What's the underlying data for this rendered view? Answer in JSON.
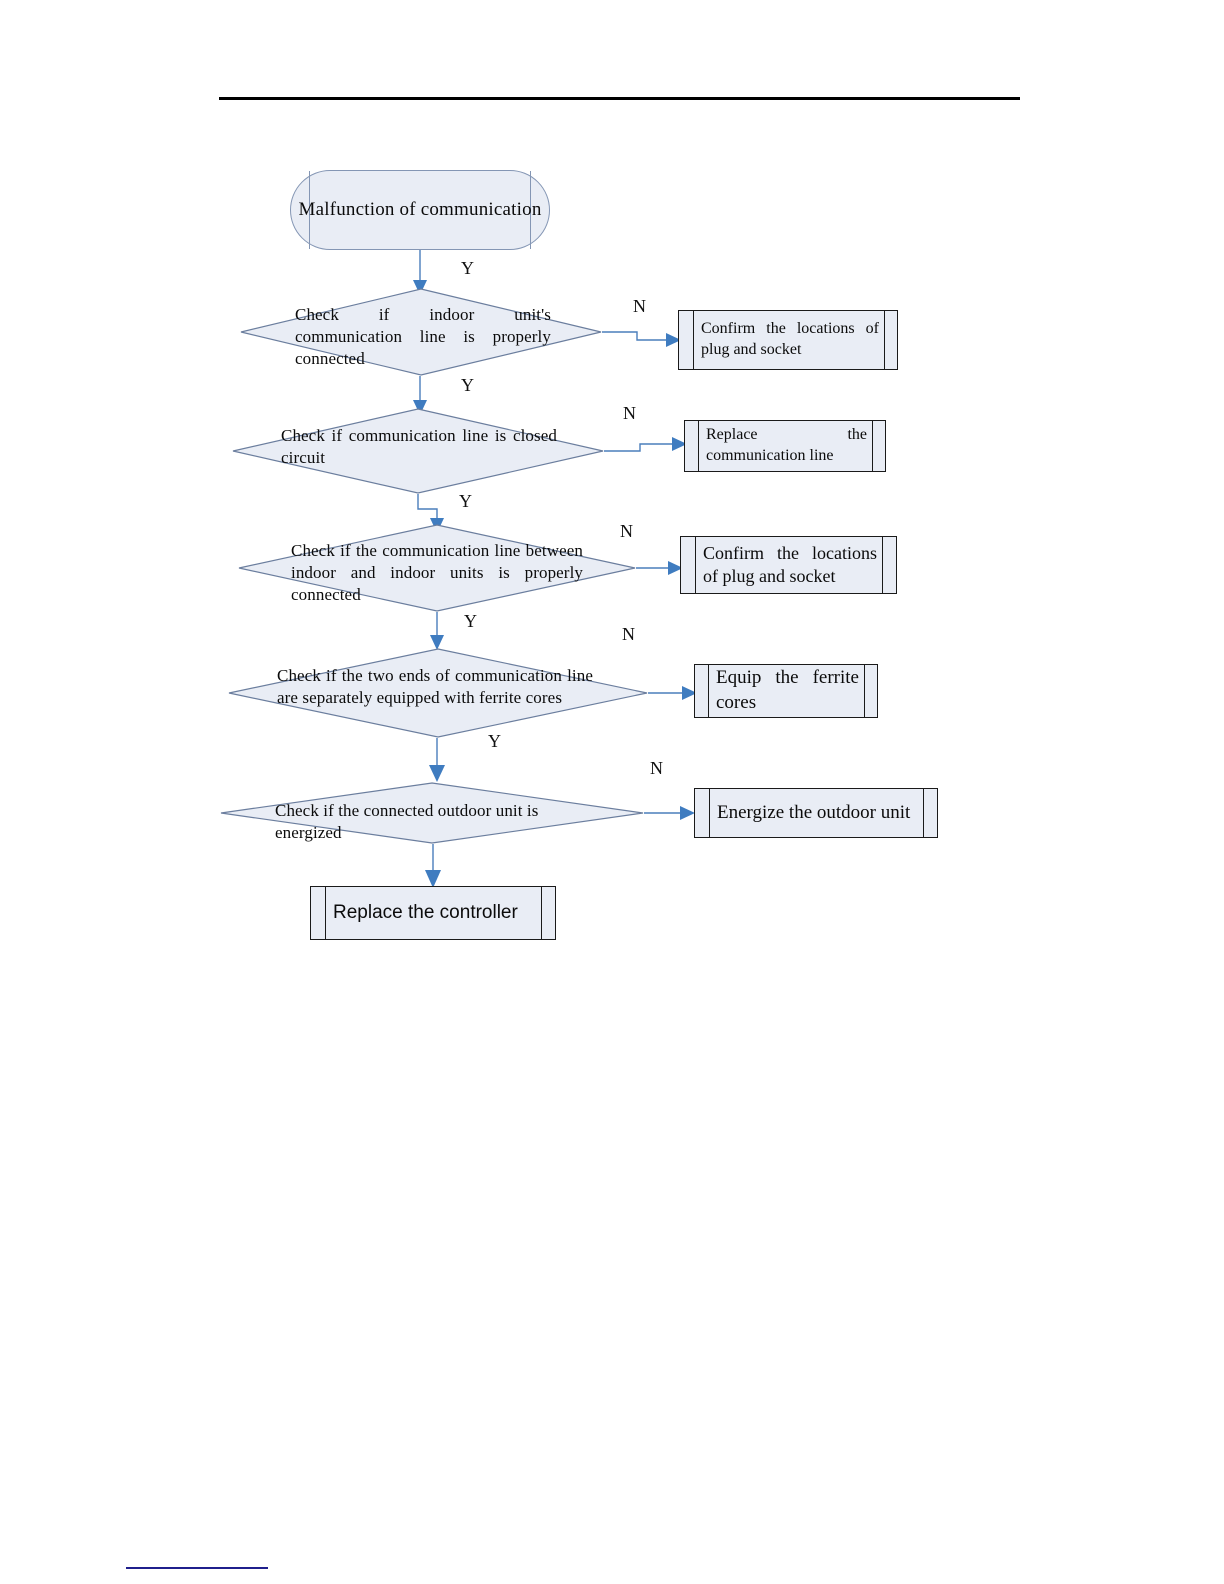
{
  "page": {
    "title": "Malfunction of communication troubleshooting flowchart",
    "background_color": "#ffffff",
    "header_rule_color": "#000000",
    "footer_rule_color": "#1f1f8c"
  },
  "theme": {
    "shape_fill": "#e9edf5",
    "shape_outline": "#8496b4",
    "box_outline": "#1a1a1a",
    "connector_color": "#4a7ebb",
    "text_color": "#0b0b0b"
  },
  "flowchart": {
    "type": "flowchart",
    "start": {
      "id": "start",
      "shape": "terminator",
      "label": "Malfunction of   communication"
    },
    "decisions": [
      {
        "id": "d1",
        "shape": "diamond",
        "label": "Check if indoor unit's communication line is properly connected",
        "yes_label": "Y",
        "no_label": "N",
        "yes_target": "d2",
        "no_target": "a1"
      },
      {
        "id": "d2",
        "shape": "diamond",
        "label": "Check if communication line is closed circuit",
        "yes_label": "Y",
        "no_label": "N",
        "yes_target": "d3",
        "no_target": "a2"
      },
      {
        "id": "d3",
        "shape": "diamond",
        "label": "Check if the communication line between indoor and indoor units is properly connected",
        "yes_label": "Y",
        "no_label": "N",
        "yes_target": "d4",
        "no_target": "a3"
      },
      {
        "id": "d4",
        "shape": "diamond",
        "label": "Check if the two ends of communication line are separately equipped with ferrite cores",
        "yes_label": "Y",
        "no_label": "N",
        "yes_target": "d5",
        "no_target": "a4"
      },
      {
        "id": "d5",
        "shape": "diamond",
        "label": "Check if the connected outdoor unit is energized",
        "yes_label": "",
        "no_label": "N",
        "yes_target": "a6",
        "no_target": "a5"
      }
    ],
    "actions": [
      {
        "id": "a1",
        "shape": "process",
        "label": "Confirm  the  locations  of  plug and socket"
      },
      {
        "id": "a2",
        "shape": "process",
        "label": "Replace  the  communication line"
      },
      {
        "id": "a3",
        "shape": "process",
        "label": "Confirm   the   locations   of plug and socket"
      },
      {
        "id": "a4",
        "shape": "process",
        "label": "Equip   the   ferrite cores"
      },
      {
        "id": "a5",
        "shape": "process",
        "label": "Energize the outdoor unit"
      },
      {
        "id": "a6",
        "shape": "process",
        "label": "Replace the controller"
      }
    ],
    "top_branch_label": "Y"
  }
}
